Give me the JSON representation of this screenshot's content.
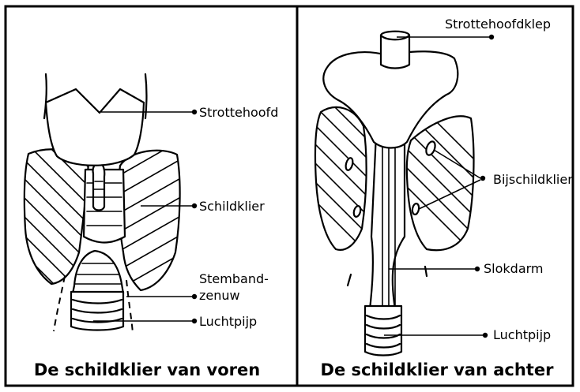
{
  "front": {
    "caption": "De schildklier van voren",
    "labels": {
      "larynx": "Strottehoofd",
      "thyroid": "Schildklier",
      "nerve_line1": "Stemband-",
      "nerve_line2": "zenuw",
      "trachea": "Luchtpijp"
    }
  },
  "back": {
    "caption": "De schildklier van achter",
    "labels": {
      "epiglottis": "Strottehoofdklep",
      "parathyroid": "Bijschildklier",
      "esophagus": "Slokdarm",
      "trachea": "Luchtpijp"
    }
  }
}
